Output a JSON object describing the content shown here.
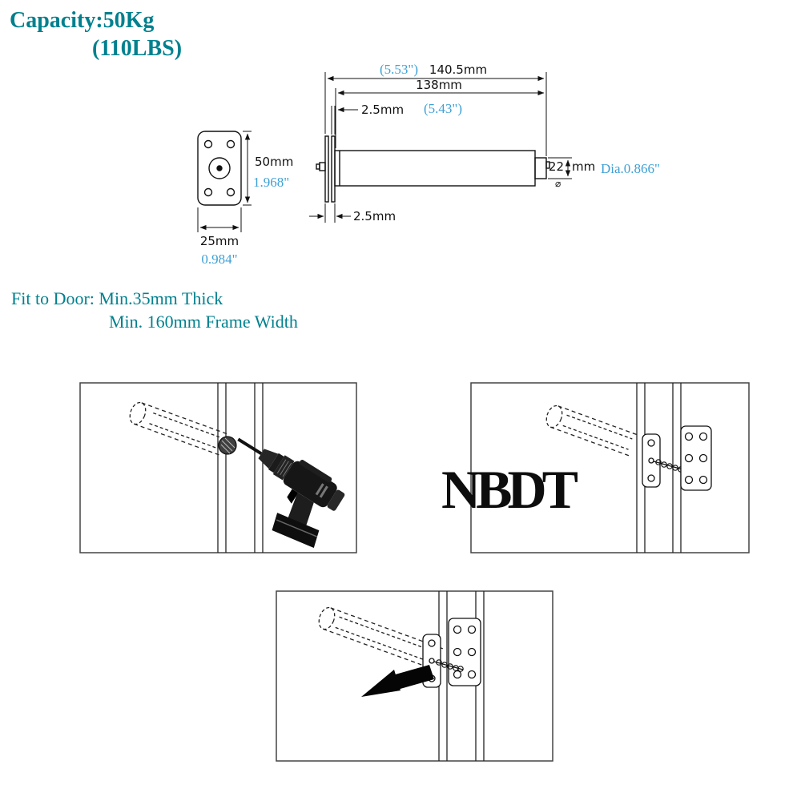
{
  "title": {
    "line1": "Capacity:50Kg",
    "line2": "(110LBS)"
  },
  "spec": {
    "overall_inch": "(5.53\")",
    "overall_mm": "140.5mm",
    "body_mm": "138mm",
    "body_inch": "(5.43\")",
    "flange_gap_top": "2.5mm",
    "flange_gap_bottom": "2.5mm",
    "plate_height_mm": "50mm",
    "plate_height_inch": "1.968\"",
    "plate_width_mm": "25mm",
    "plate_width_inch": "0.984\"",
    "tube_diameter_mm": "22",
    "tube_diameter_unit": "mm",
    "diameter_symbol": "⌀",
    "tube_diameter_inch": "Dia.0.866\""
  },
  "fit": {
    "line1": "Fit to Door: Min.35mm Thick",
    "line2": "Min. 160mm Frame Width"
  },
  "brand": "NBDT",
  "colors": {
    "teal": "#00808e",
    "blue": "#3da0d6",
    "ink": "#111111"
  }
}
